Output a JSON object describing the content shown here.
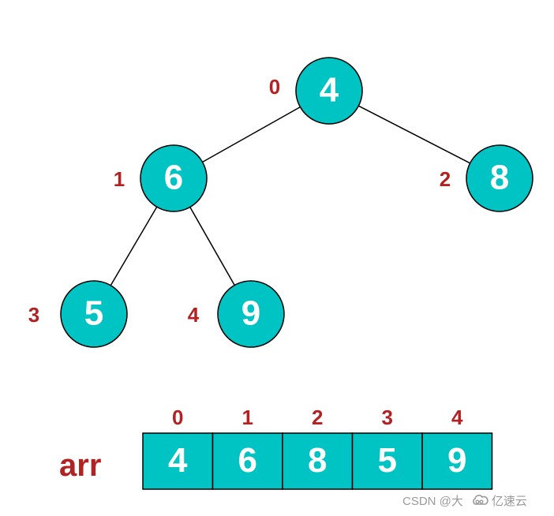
{
  "tree": {
    "nodes": [
      {
        "index": "0",
        "value": "4"
      },
      {
        "index": "1",
        "value": "6"
      },
      {
        "index": "2",
        "value": "8"
      },
      {
        "index": "3",
        "value": "5"
      },
      {
        "index": "4",
        "value": "9"
      }
    ],
    "edges": [
      [
        0,
        1
      ],
      [
        0,
        2
      ],
      [
        1,
        3
      ],
      [
        1,
        4
      ]
    ]
  },
  "array": {
    "name": "arr",
    "indices": [
      "0",
      "1",
      "2",
      "3",
      "4"
    ],
    "values": [
      "4",
      "6",
      "8",
      "5",
      "9"
    ]
  },
  "colors": {
    "node_fill": "#00C3C3",
    "index_label": "#B22222",
    "value_text": "#ffffff",
    "outline": "#000000"
  },
  "watermark": {
    "csdn": "CSDN @大",
    "brand": "亿速云"
  }
}
